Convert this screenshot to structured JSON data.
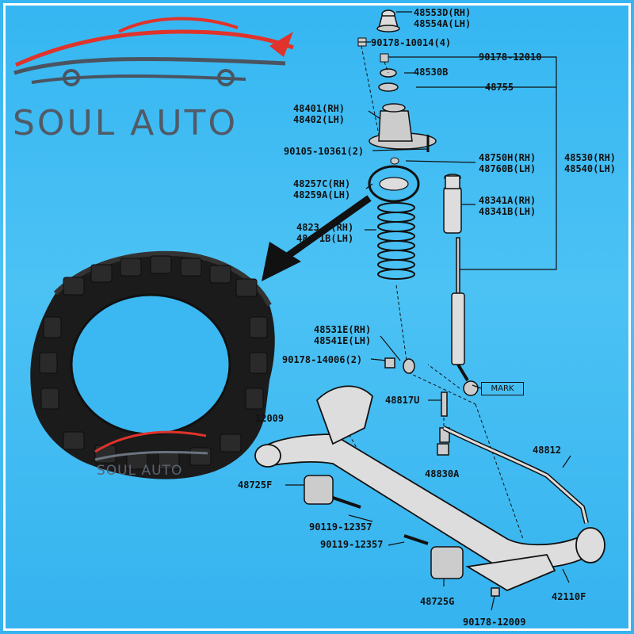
{
  "brand": {
    "name": "SOUL AUTO",
    "watermark": "SOUL AUTO"
  },
  "colors": {
    "background": "#3bb8f2",
    "brand_text": "#515a66",
    "brand_red": "#e0332b",
    "line": "#111111"
  },
  "parts": {
    "p48553": [
      "48553D(RH)",
      "48554A(LH)"
    ],
    "p90178_10014": "90178-10014(4)",
    "p90178_12010": "90178-12010",
    "p48530b": "48530B",
    "p48755": "48755",
    "p48401": [
      "48401(RH)",
      "48402(LH)"
    ],
    "p90105": "90105-10361(2)",
    "p48750": [
      "48750H(RH)",
      "48760B(LH)"
    ],
    "p48530": [
      "48530(RH)",
      "48540(LH)"
    ],
    "p48257": [
      "48257C(RH)",
      "48259A(LH)"
    ],
    "p48341": [
      "48341A(RH)",
      "48341B(LH)"
    ],
    "p4823": [
      "4823  (RH)",
      "48  1B(LH)"
    ],
    "p48531": [
      "48531E(RH)",
      "48541E(LH)"
    ],
    "p90178_14006": "90178-14006(2)",
    "p48817": "48817U",
    "mark": "MARK",
    "p12009_partial": "12009",
    "p48812": "48812",
    "p48830": "48830A",
    "p48725f": "48725F",
    "p90119a": "90119-12357",
    "p90119b": "90119-12357",
    "p48725g": "48725G",
    "p42110": "42110F",
    "p90178_12009": "90178-12009"
  }
}
